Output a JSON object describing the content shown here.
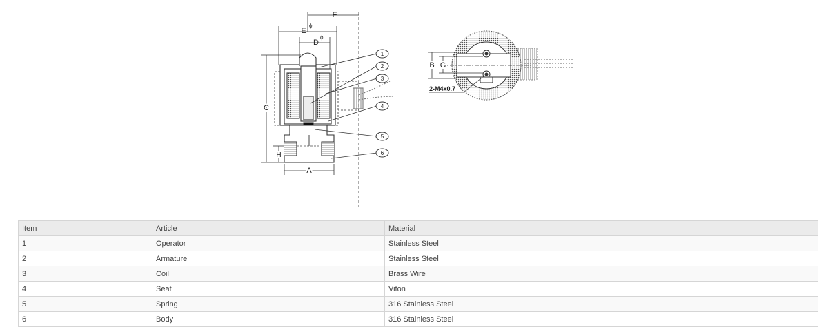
{
  "drawing": {
    "dimension_labels": {
      "A": "A",
      "B": "B",
      "C": "C",
      "D": "D",
      "E": "E",
      "F": "F",
      "G": "G",
      "H": "H",
      "phi": "ϕ",
      "thread": "2-M4x0.7"
    },
    "callouts": [
      "1",
      "2",
      "3",
      "4",
      "5",
      "6"
    ]
  },
  "table": {
    "headers": [
      "Item",
      "Article",
      "Material"
    ],
    "rows": [
      [
        "1",
        "Operator",
        "Stainless Steel"
      ],
      [
        "2",
        "Armature",
        "Stainless Steel"
      ],
      [
        "3",
        "Coil",
        "Brass Wire"
      ],
      [
        "4",
        "Seat",
        "Viton"
      ],
      [
        "5",
        "Spring",
        "316 Stainless Steel"
      ],
      [
        "6",
        "Body",
        "316 Stainless Steel"
      ]
    ]
  }
}
